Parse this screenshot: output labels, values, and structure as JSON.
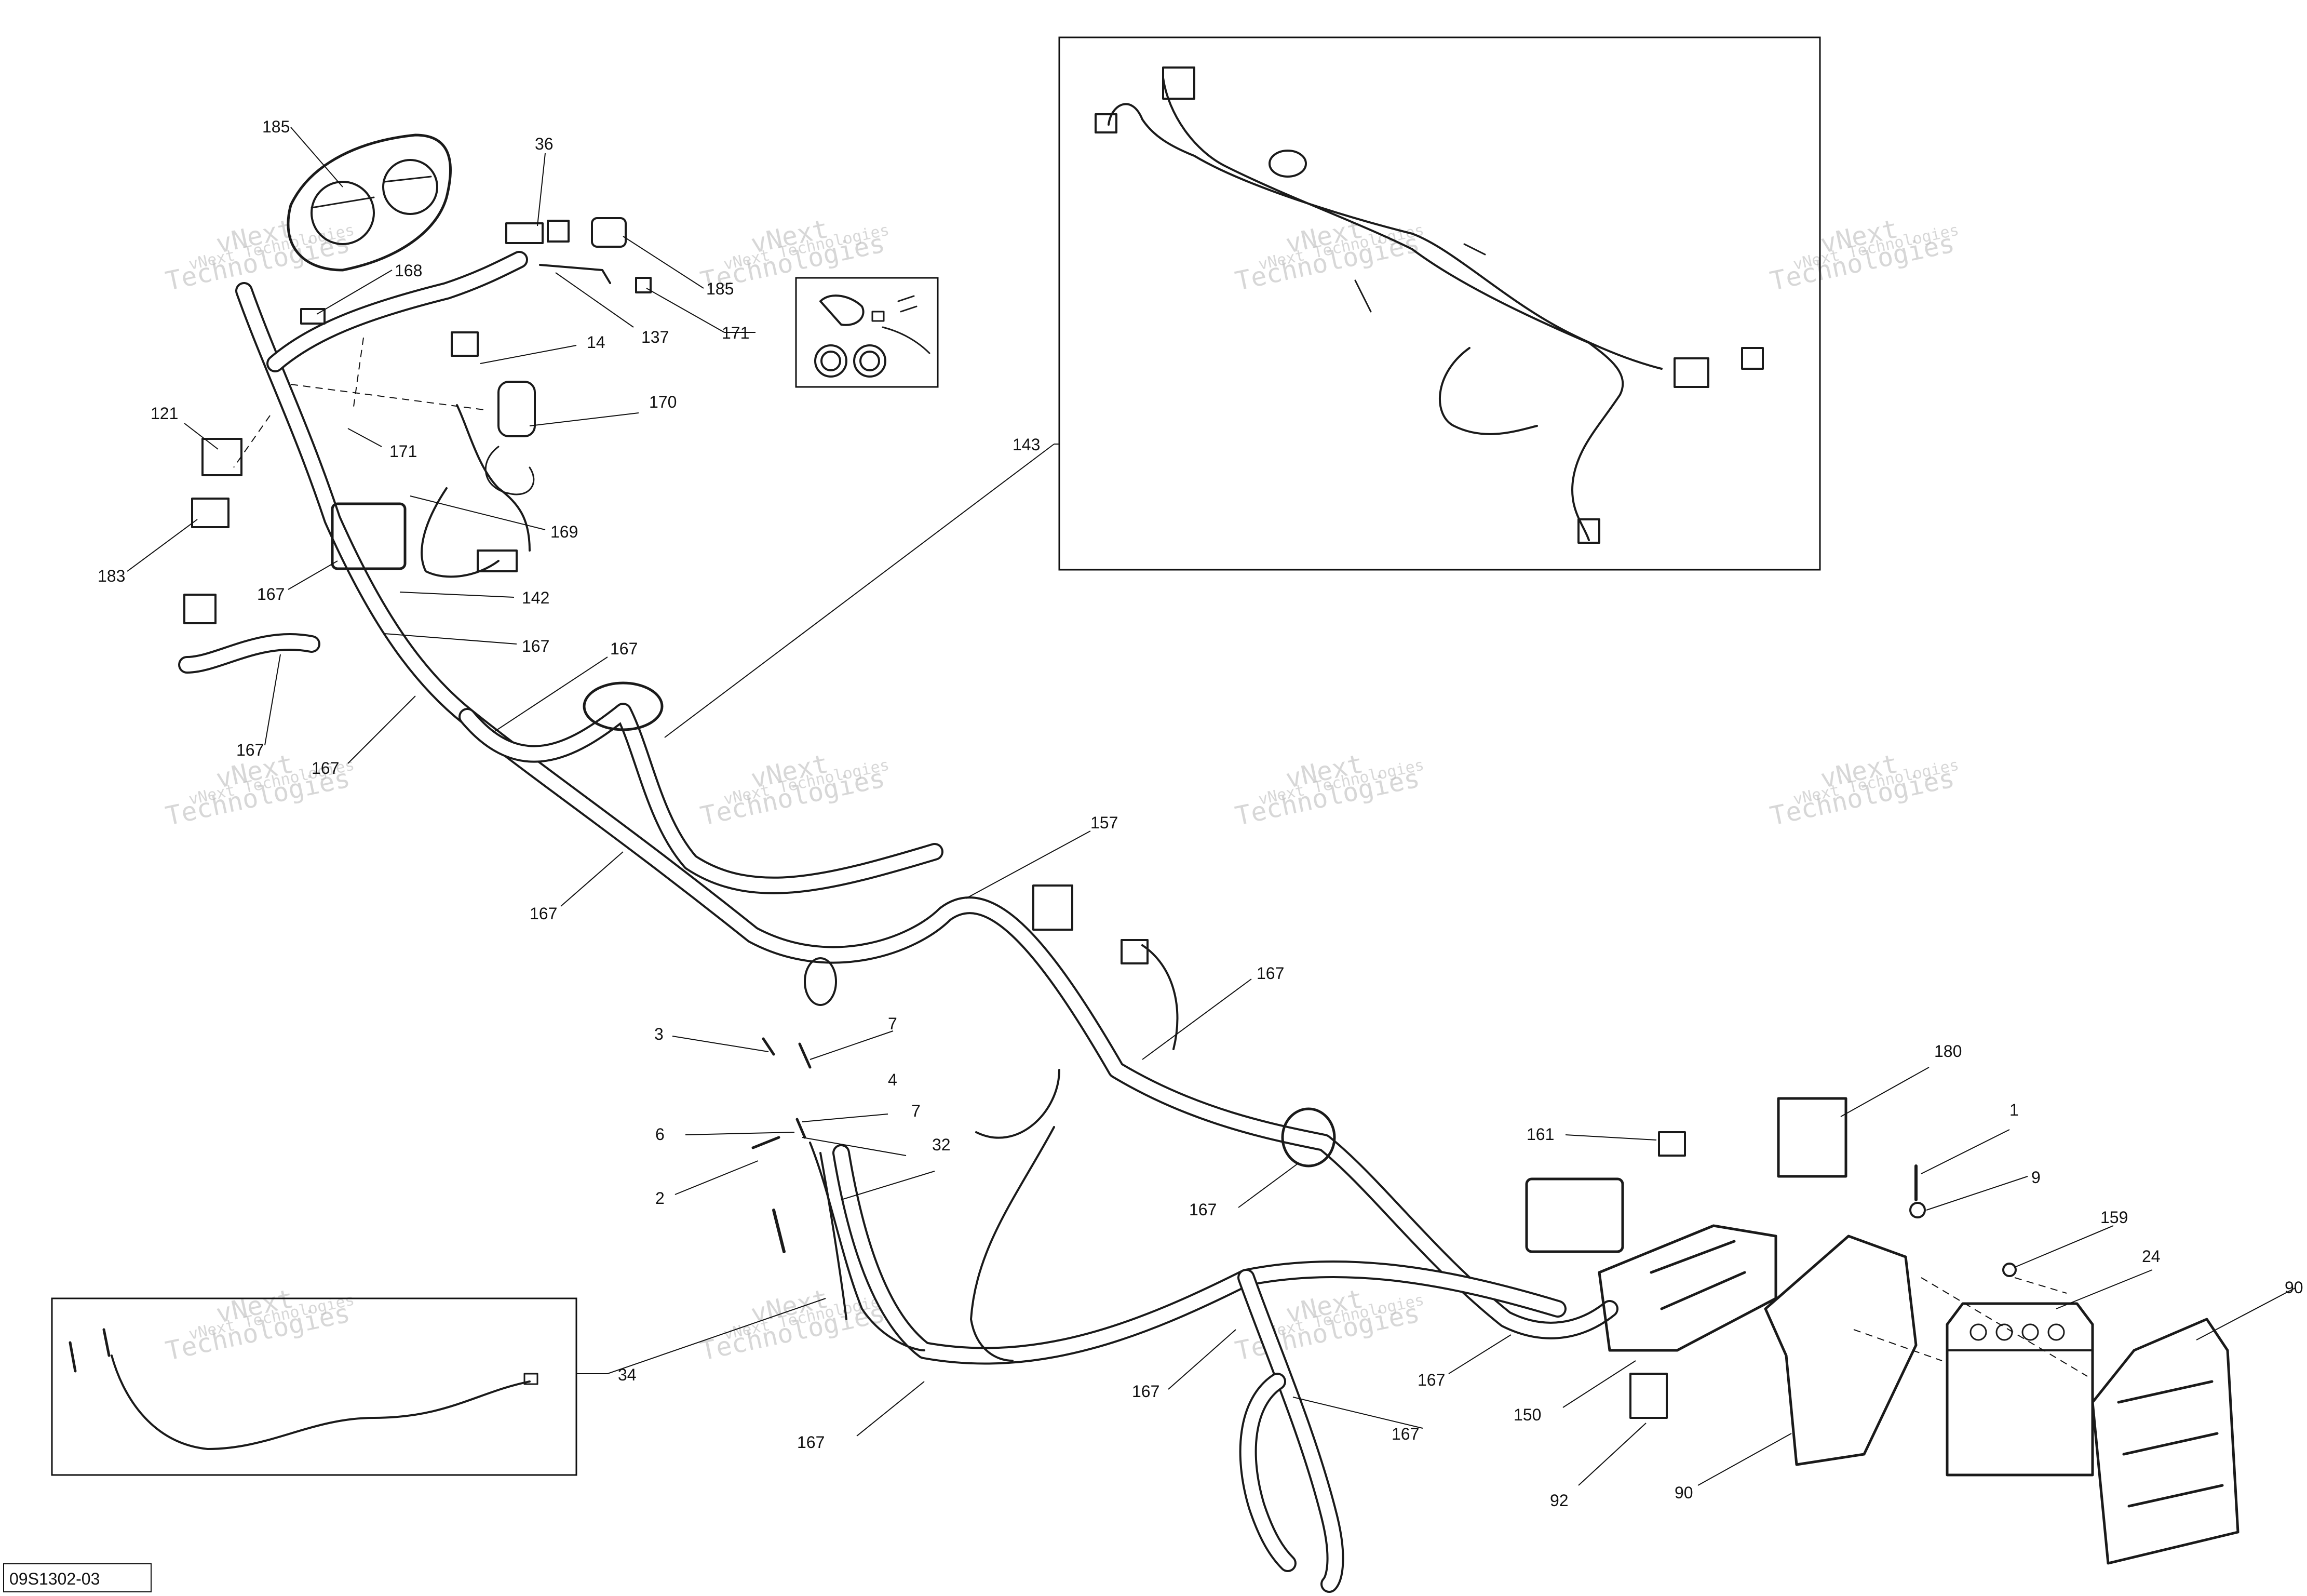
{
  "drawing_code": "09S1302-03",
  "watermark": {
    "line1": "vNext",
    "line2": "Technologies",
    "line3": "vNext Technologies"
  },
  "callouts": {
    "c185a": "185",
    "c36": "36",
    "c168": "168",
    "c185b": "185",
    "c137": "137",
    "c171a": "171",
    "c14": "14",
    "c170": "170",
    "c121": "121",
    "c171b": "171",
    "c169": "169",
    "c183": "183",
    "c167a": "167",
    "c142": "142",
    "c167b": "167",
    "c167c": "167",
    "c167d": "167",
    "c167e": "167",
    "c143": "143",
    "c167f": "167",
    "c157": "157",
    "c167g": "167",
    "c3": "3",
    "c7a": "7",
    "c4": "4",
    "c6": "6",
    "c7b": "7",
    "c2": "2",
    "c32": "32",
    "c180": "180",
    "c1": "1",
    "c161": "161",
    "c9": "9",
    "c167h": "167",
    "c159": "159",
    "c24": "24",
    "c90a": "90",
    "c34": "34",
    "c167i": "167",
    "c167j": "167",
    "c150": "150",
    "c167k": "167",
    "c167l": "167",
    "c92": "92",
    "c90b": "90"
  }
}
